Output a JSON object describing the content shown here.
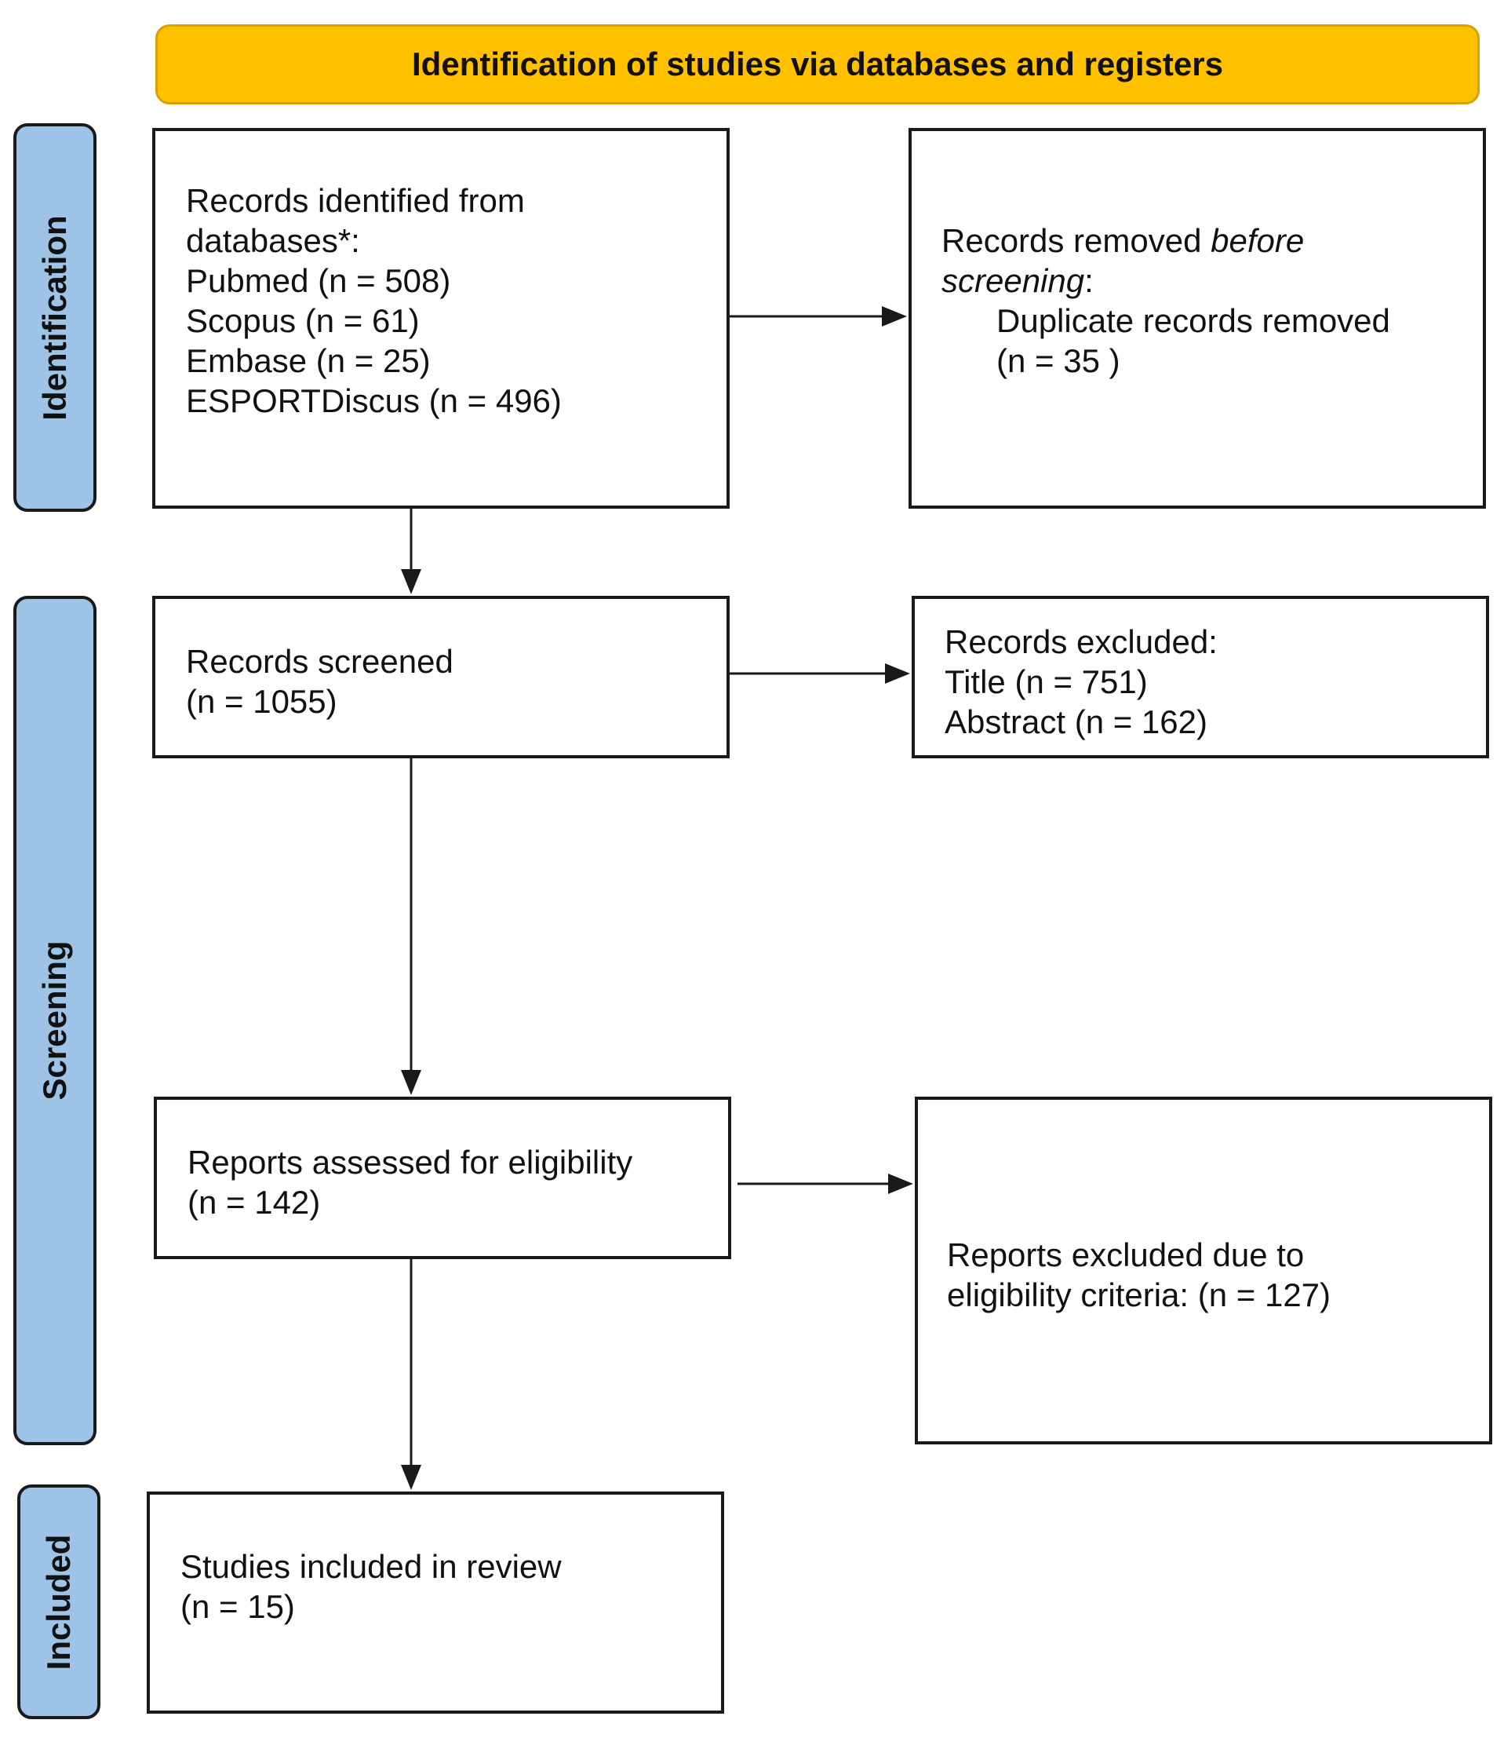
{
  "header": "Identification of studies via databases and registers",
  "phases": {
    "identification": "Identification",
    "screening": "Screening",
    "included": "Included"
  },
  "identified": {
    "title_line1": "Records identified from",
    "title_line2": "databases*:",
    "pubmed": "Pubmed (n = 508)",
    "scopus": "Scopus (n = 61)",
    "embase": "Embase (n = 25)",
    "esportdiscus": "ESPORTDiscus (n = 496)"
  },
  "removed": {
    "prefix": "Records removed ",
    "italic1": "before",
    "italic2": "screening",
    "colon": ":",
    "duplicates": "Duplicate records removed",
    "count": "(n = 35 )"
  },
  "screened": {
    "label": "Records screened",
    "count": "(n = 1055)"
  },
  "excluded": {
    "label": "Records excluded:",
    "title": "Title (n = 751)",
    "abstract": "Abstract (n = 162)"
  },
  "assessed": {
    "label": "Reports assessed for eligibility",
    "count": "(n = 142)"
  },
  "reports_excluded": {
    "line1": "Reports excluded due to",
    "line2": "eligibility criteria: (n = 127)"
  },
  "included": {
    "label": "Studies included in review",
    "count": "(n = 15)"
  },
  "colors": {
    "header_fill": "#FFC000",
    "phase_fill": "#9DC3E6",
    "box_border": "#1a1a1a"
  }
}
